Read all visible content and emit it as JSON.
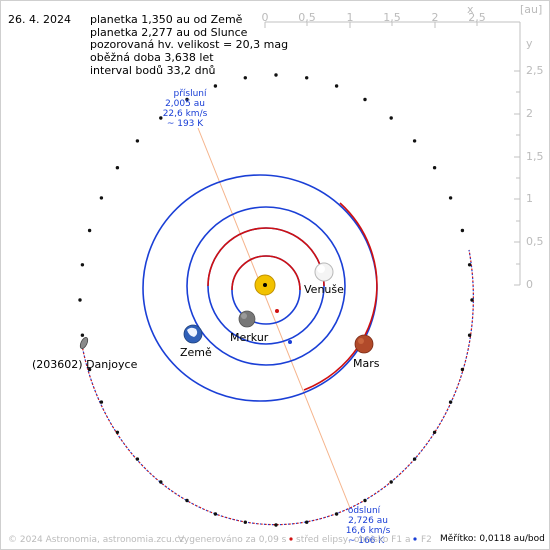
{
  "date": "26. 4. 2024",
  "info": {
    "line1": "planetka 1,350 au od Země",
    "line2": "planetka 2,277 au od Slunce",
    "line3": "pozorovaná hv. velikost = 20,3 mag",
    "line4": "oběžná doba 3,638 let",
    "line5": "interval bodů 33,2 dnů"
  },
  "axes": {
    "x_label": "x",
    "unit_label": "[au]",
    "x_ticks": [
      "0",
      "0,5",
      "1",
      "1,5",
      "2",
      "2,5"
    ],
    "y_label": "y",
    "y_ticks": [
      "2,5",
      "2",
      "1,5",
      "1",
      "0,5",
      "0"
    ]
  },
  "perihelion": {
    "title": "přísluní",
    "dist": "2,005 au",
    "speed": "22,6 km/s",
    "temp": "~ 193 K"
  },
  "aphelion": {
    "title": "odsluní",
    "dist": "2,726 au",
    "speed": "16,6 km/s",
    "temp": "~ 166 K"
  },
  "bodies": {
    "venus": "Venuše",
    "earth": "Země",
    "mercury": "Merkur",
    "mars": "Mars",
    "asteroid": "(203602) Danjoyce"
  },
  "footer": {
    "copyright": "© 2024 Astronomia, astronomia.zcu.cz",
    "generated": "Vygenerováno za 0,09 s",
    "legend_center": "střed elipsy, ohnisko F1 a",
    "legend_f2": "F2",
    "scale": "Měřítko: 0,0118 au/bod"
  },
  "colors": {
    "orbit_blue": "#1a3fd6",
    "orbit_red": "#d01010",
    "apsis_line": "#f5b48c",
    "axis_grey": "#c0c0c0",
    "sun": "#f2c200"
  }
}
